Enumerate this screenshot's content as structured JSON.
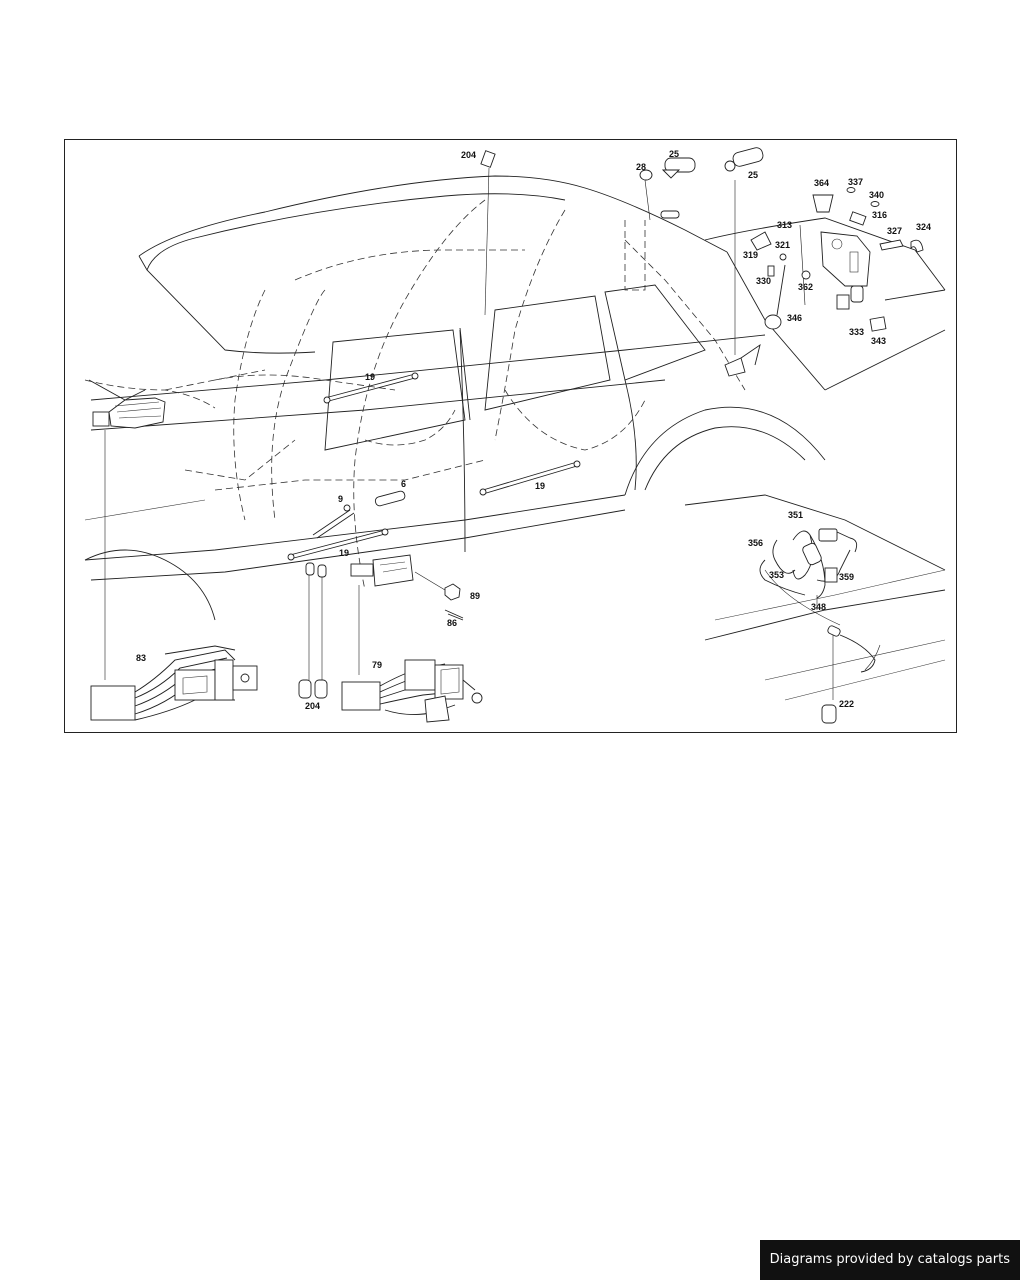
{
  "diagram": {
    "callouts": {
      "c204a": "204",
      "c25a": "25",
      "c28": "28",
      "c25b": "25",
      "c364": "364",
      "c337": "337",
      "c340": "340",
      "c316": "316",
      "c313": "313",
      "c327": "327",
      "c324": "324",
      "c319": "319",
      "c321": "321",
      "c330": "330",
      "c362": "362",
      "c346": "346",
      "c333": "333",
      "c343": "343",
      "c19a": "19",
      "c19b": "19",
      "c19c": "19",
      "c6": "6",
      "c9": "9",
      "c351": "351",
      "c356": "356",
      "c353": "353",
      "c359": "359",
      "c348": "348",
      "c89": "89",
      "c86": "86",
      "c83": "83",
      "c79": "79",
      "c204b": "204",
      "c222": "222"
    }
  },
  "footer": {
    "text": "Diagrams provided by catalogs parts"
  }
}
